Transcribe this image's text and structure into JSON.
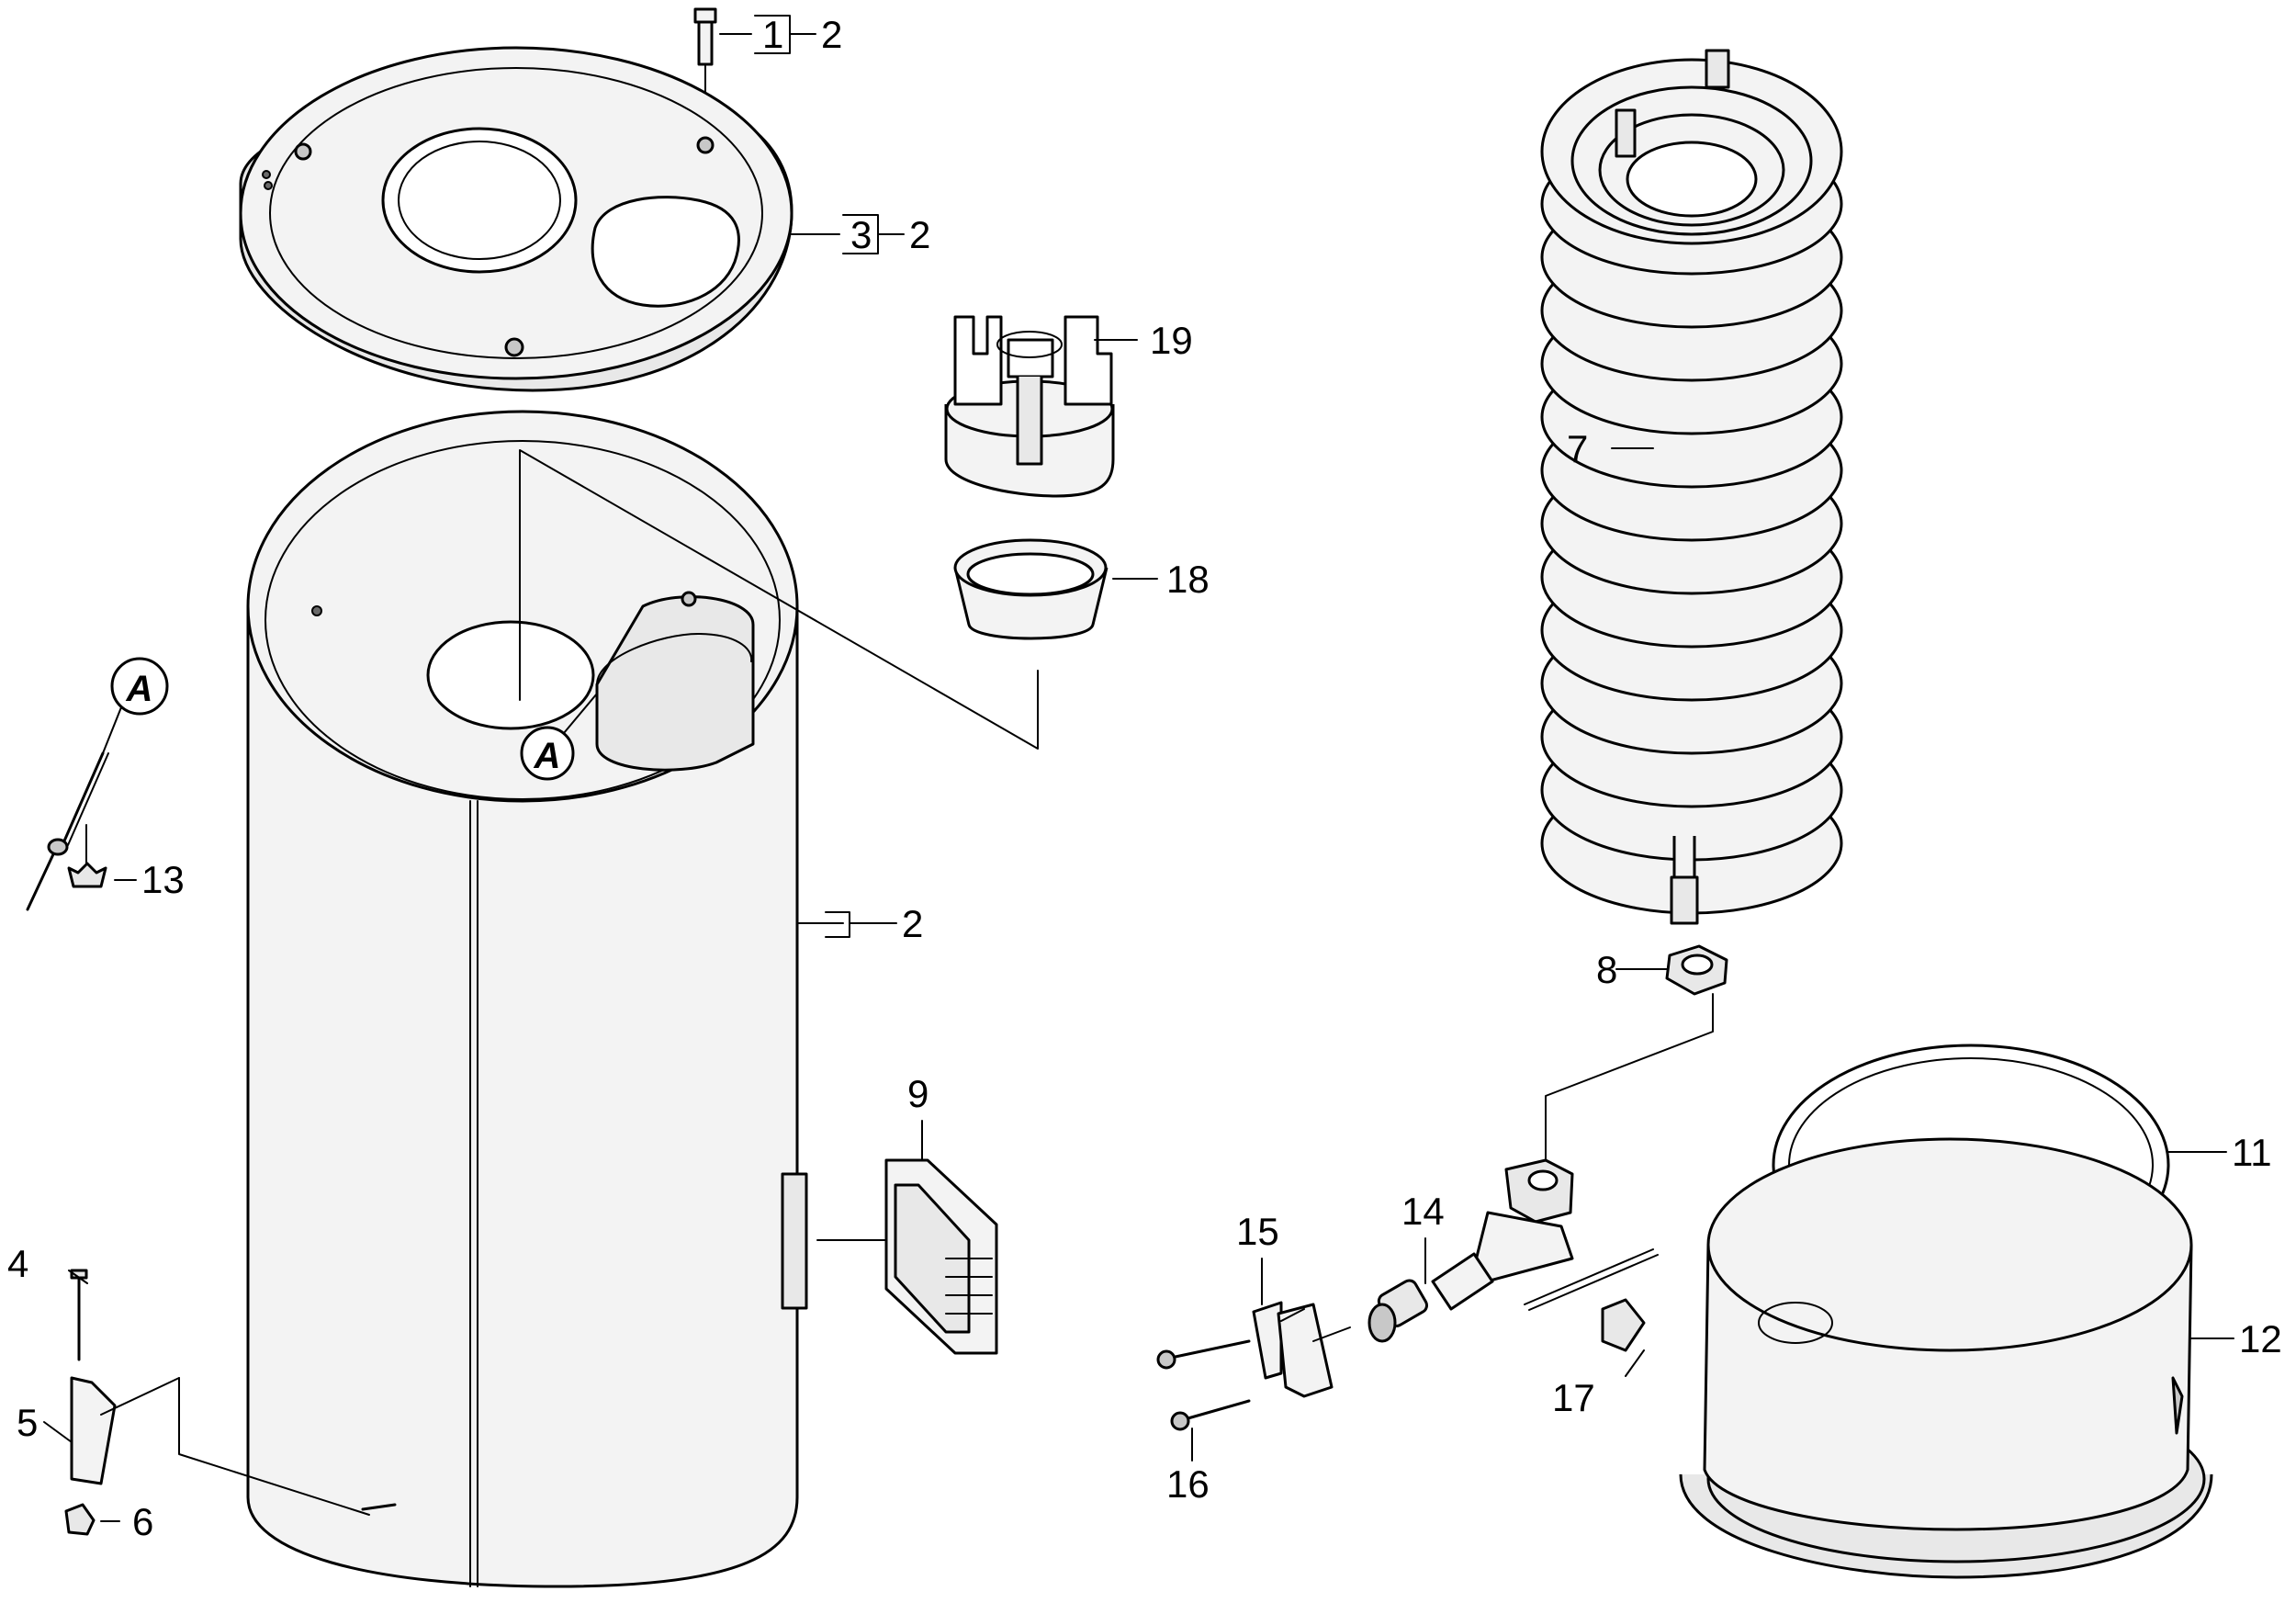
{
  "labels": {
    "l1": "1",
    "l2a": "2",
    "l3": "3",
    "l2b": "2",
    "l19": "19",
    "l7": "7",
    "l18": "18",
    "lA1": "A",
    "lA2": "A",
    "l13": "13",
    "l2c": "2",
    "l8": "8",
    "l9": "9",
    "l11": "11",
    "l14": "14",
    "l15": "15",
    "l12": "12",
    "l4": "4",
    "l17": "17",
    "l5": "5",
    "l6": "6",
    "l16": "16"
  },
  "colors": {
    "line": "#000000",
    "part_fill": "#f3f3f3",
    "shade": "#e8e8e8",
    "dark_shade": "#c8c8c8"
  }
}
